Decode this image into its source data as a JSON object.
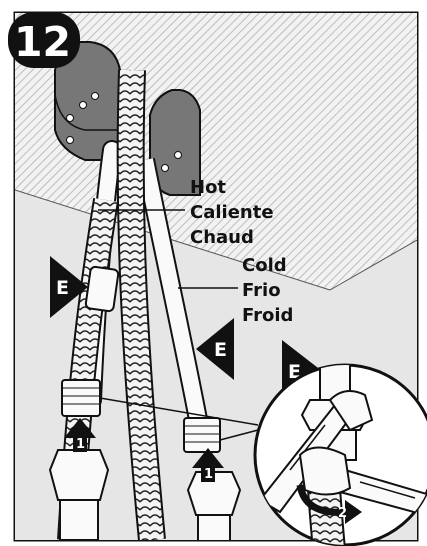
{
  "step_number": "12",
  "hot_labels": [
    "Hot",
    "Caliente",
    "Chaud"
  ],
  "cold_labels": [
    "Cold",
    "Frio",
    "Froid"
  ],
  "marker_letter": "E",
  "step_markers": [
    "1",
    "2"
  ],
  "colors": {
    "ink": "#111111",
    "background": "#ffffff",
    "wall": "#e6e6e6",
    "hatch": "#bdbdbd"
  }
}
